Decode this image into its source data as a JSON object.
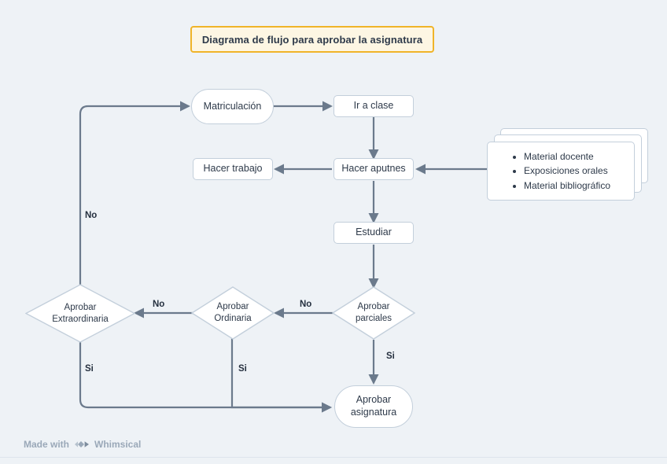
{
  "title": {
    "text": "Diagrama de flujo para aprobar la asignatura"
  },
  "nodes": {
    "matriculacion": {
      "label": "Matriculación",
      "shape": "pill"
    },
    "ir_a_clase": {
      "label": "Ir a clase",
      "shape": "rect"
    },
    "hacer_trabajo": {
      "label": "Hacer trabajo",
      "shape": "rect"
    },
    "hacer_apuntes": {
      "label": "Hacer aputnes",
      "shape": "rect"
    },
    "estudiar": {
      "label": "Estudiar",
      "shape": "rect"
    },
    "aprobar_asignatura": {
      "label": "Aprobar asignatura",
      "line1": "Aprobar",
      "line2": "asignatura",
      "shape": "pill"
    },
    "aprobar_parciales": {
      "line1": "Aprobar",
      "line2": "parciales",
      "shape": "diamond"
    },
    "aprobar_ordinaria": {
      "line1": "Aprobar",
      "line2": "Ordinaria",
      "shape": "diamond"
    },
    "aprobar_extraordinaria": {
      "line1": "Aprobar",
      "line2": "Extraordinaria",
      "shape": "diamond"
    }
  },
  "resources_card": {
    "items": [
      "Material docente",
      "Exposiciones orales",
      "Material bibliográfico"
    ]
  },
  "edge_labels": {
    "no_left_return": "No",
    "no_parciales_to_ordinaria": "No",
    "no_ordinaria_to_extraordinaria": "No",
    "si_parciales": "Si",
    "si_ordinaria": "Si",
    "si_extraordinaria": "Si"
  },
  "footer": {
    "made_with": "Made with",
    "brand": "Whimsical"
  },
  "colors": {
    "background": "#eef2f6",
    "node_fill": "#ffffff",
    "node_border": "#c3cfdb",
    "connector": "#6b7a8c",
    "text": "#2e3a4a",
    "title_border": "#f0b429",
    "title_fill": "#fdf6e3",
    "footer_text": "#9aa8b8"
  }
}
